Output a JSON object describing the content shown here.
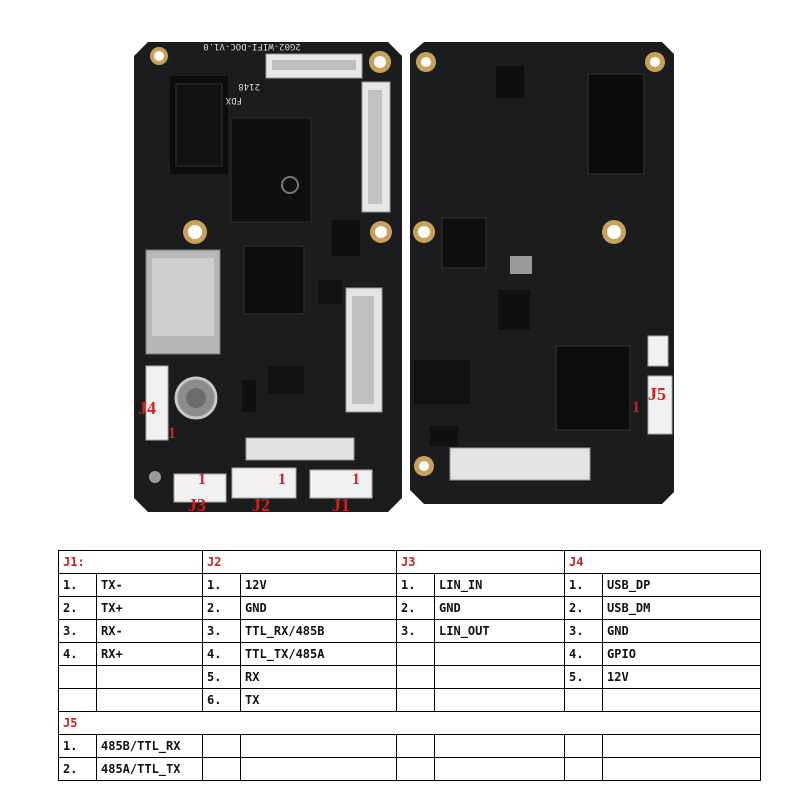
{
  "photo": {
    "labels": {
      "j1": "J1",
      "j2": "J2",
      "j3": "J3",
      "j4": "J4",
      "j5": "J5"
    },
    "pin1": "1",
    "silkscreen": {
      "model": "2G02-WIFI-DOC-V1.0",
      "fdx": "FDX",
      "date": "2148"
    }
  },
  "table": {
    "J1": {
      "title": "J1:",
      "pins": [
        {
          "n": "1.",
          "v": "TX-"
        },
        {
          "n": "2.",
          "v": "TX+"
        },
        {
          "n": "3.",
          "v": "RX-"
        },
        {
          "n": "4.",
          "v": "RX+"
        }
      ]
    },
    "J2": {
      "title": "J2",
      "pins": [
        {
          "n": "1.",
          "v": "12V"
        },
        {
          "n": "2.",
          "v": "GND"
        },
        {
          "n": "3.",
          "v": "TTL_RX/485B"
        },
        {
          "n": "4.",
          "v": "TTL_TX/485A"
        },
        {
          "n": "5.",
          "v": "RX"
        },
        {
          "n": "6.",
          "v": "TX"
        }
      ]
    },
    "J3": {
      "title": "J3",
      "pins": [
        {
          "n": "1.",
          "v": "LIN_IN"
        },
        {
          "n": "2.",
          "v": "GND"
        },
        {
          "n": "3.",
          "v": "LIN_OUT"
        }
      ]
    },
    "J4": {
      "title": "J4",
      "pins": [
        {
          "n": "1.",
          "v": "USB_DP"
        },
        {
          "n": "2.",
          "v": "USB_DM"
        },
        {
          "n": "3.",
          "v": "GND"
        },
        {
          "n": "4.",
          "v": "GPIO"
        },
        {
          "n": "5.",
          "v": "12V"
        }
      ]
    },
    "J5": {
      "title": "J5",
      "pins": [
        {
          "n": "1.",
          "v": "485B/TTL_RX"
        },
        {
          "n": "2.",
          "v": "485A/TTL_TX"
        }
      ]
    }
  }
}
